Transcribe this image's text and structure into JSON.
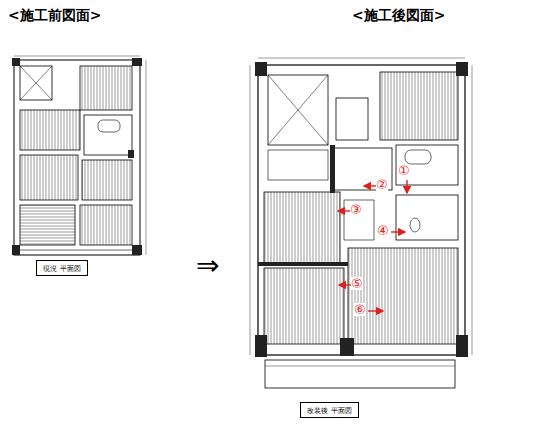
{
  "diagram": {
    "nodes": [
      {
        "text": [
          "現況 平面図"
        ]
      },
      {
        "text": [
          "改装後 平面図"
        ]
      }
    ],
    "labels": [
      "<施工前図面>",
      "<施工後図面>",
      "⇒",
      "①",
      "②",
      "③",
      "④",
      "⑤",
      "⑥"
    ]
  }
}
